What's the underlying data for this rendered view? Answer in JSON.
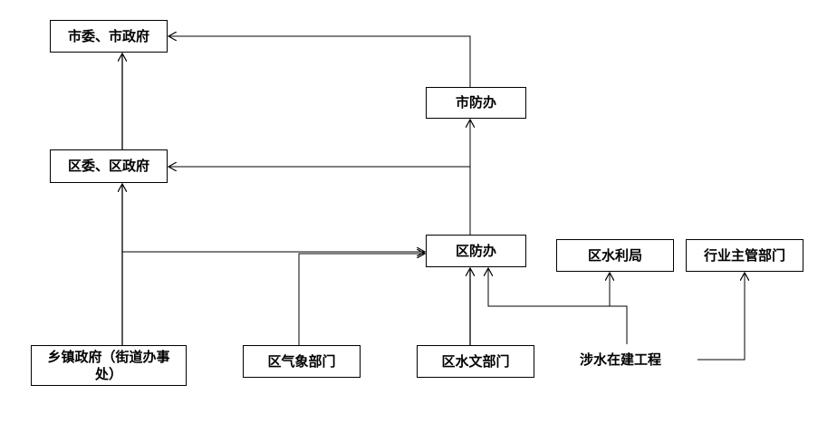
{
  "nodes": {
    "city_party_gov": "市委、市政府",
    "city_flood_office": "市防办",
    "district_party_gov": "区委、区政府",
    "district_flood_office": "区防办",
    "district_water_bureau": "区水利局",
    "industry_dept": "行业主管部门",
    "township_gov": "乡镇政府（街道办事处）",
    "district_weather_dept": "区气象部门",
    "district_hydrology_dept": "区水文部门",
    "water_construction_project": "涉水在建工程"
  },
  "colors": {
    "line": "#000000",
    "box_border": "#000000",
    "text": "#000000"
  }
}
